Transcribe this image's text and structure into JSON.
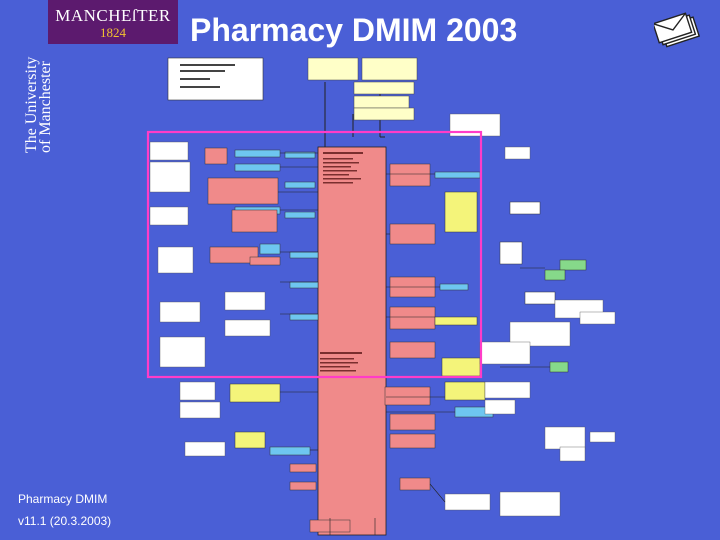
{
  "slide": {
    "title": "Pharmacy DMIM 2003",
    "footer": {
      "line1": "Pharmacy DMIM",
      "line2": "v11.1 (20.3.2003)"
    }
  },
  "logo": {
    "wordmark": "MANCHEſTER",
    "year": "1824",
    "vertical_line1": "The University",
    "vertical_line2": "of Manchester"
  },
  "icons": {
    "mail": "envelope-stack-icon"
  },
  "colors": {
    "background": "#4a5fd6",
    "logo_bg": "#5c1a6e",
    "logo_year": "#f2c230",
    "highlight_frame": "#ff3cc8",
    "class_act": "#f08a8a",
    "class_role": "#f4f47a",
    "class_entity": "#86d98a",
    "class_participation": "#6ec6f0"
  }
}
